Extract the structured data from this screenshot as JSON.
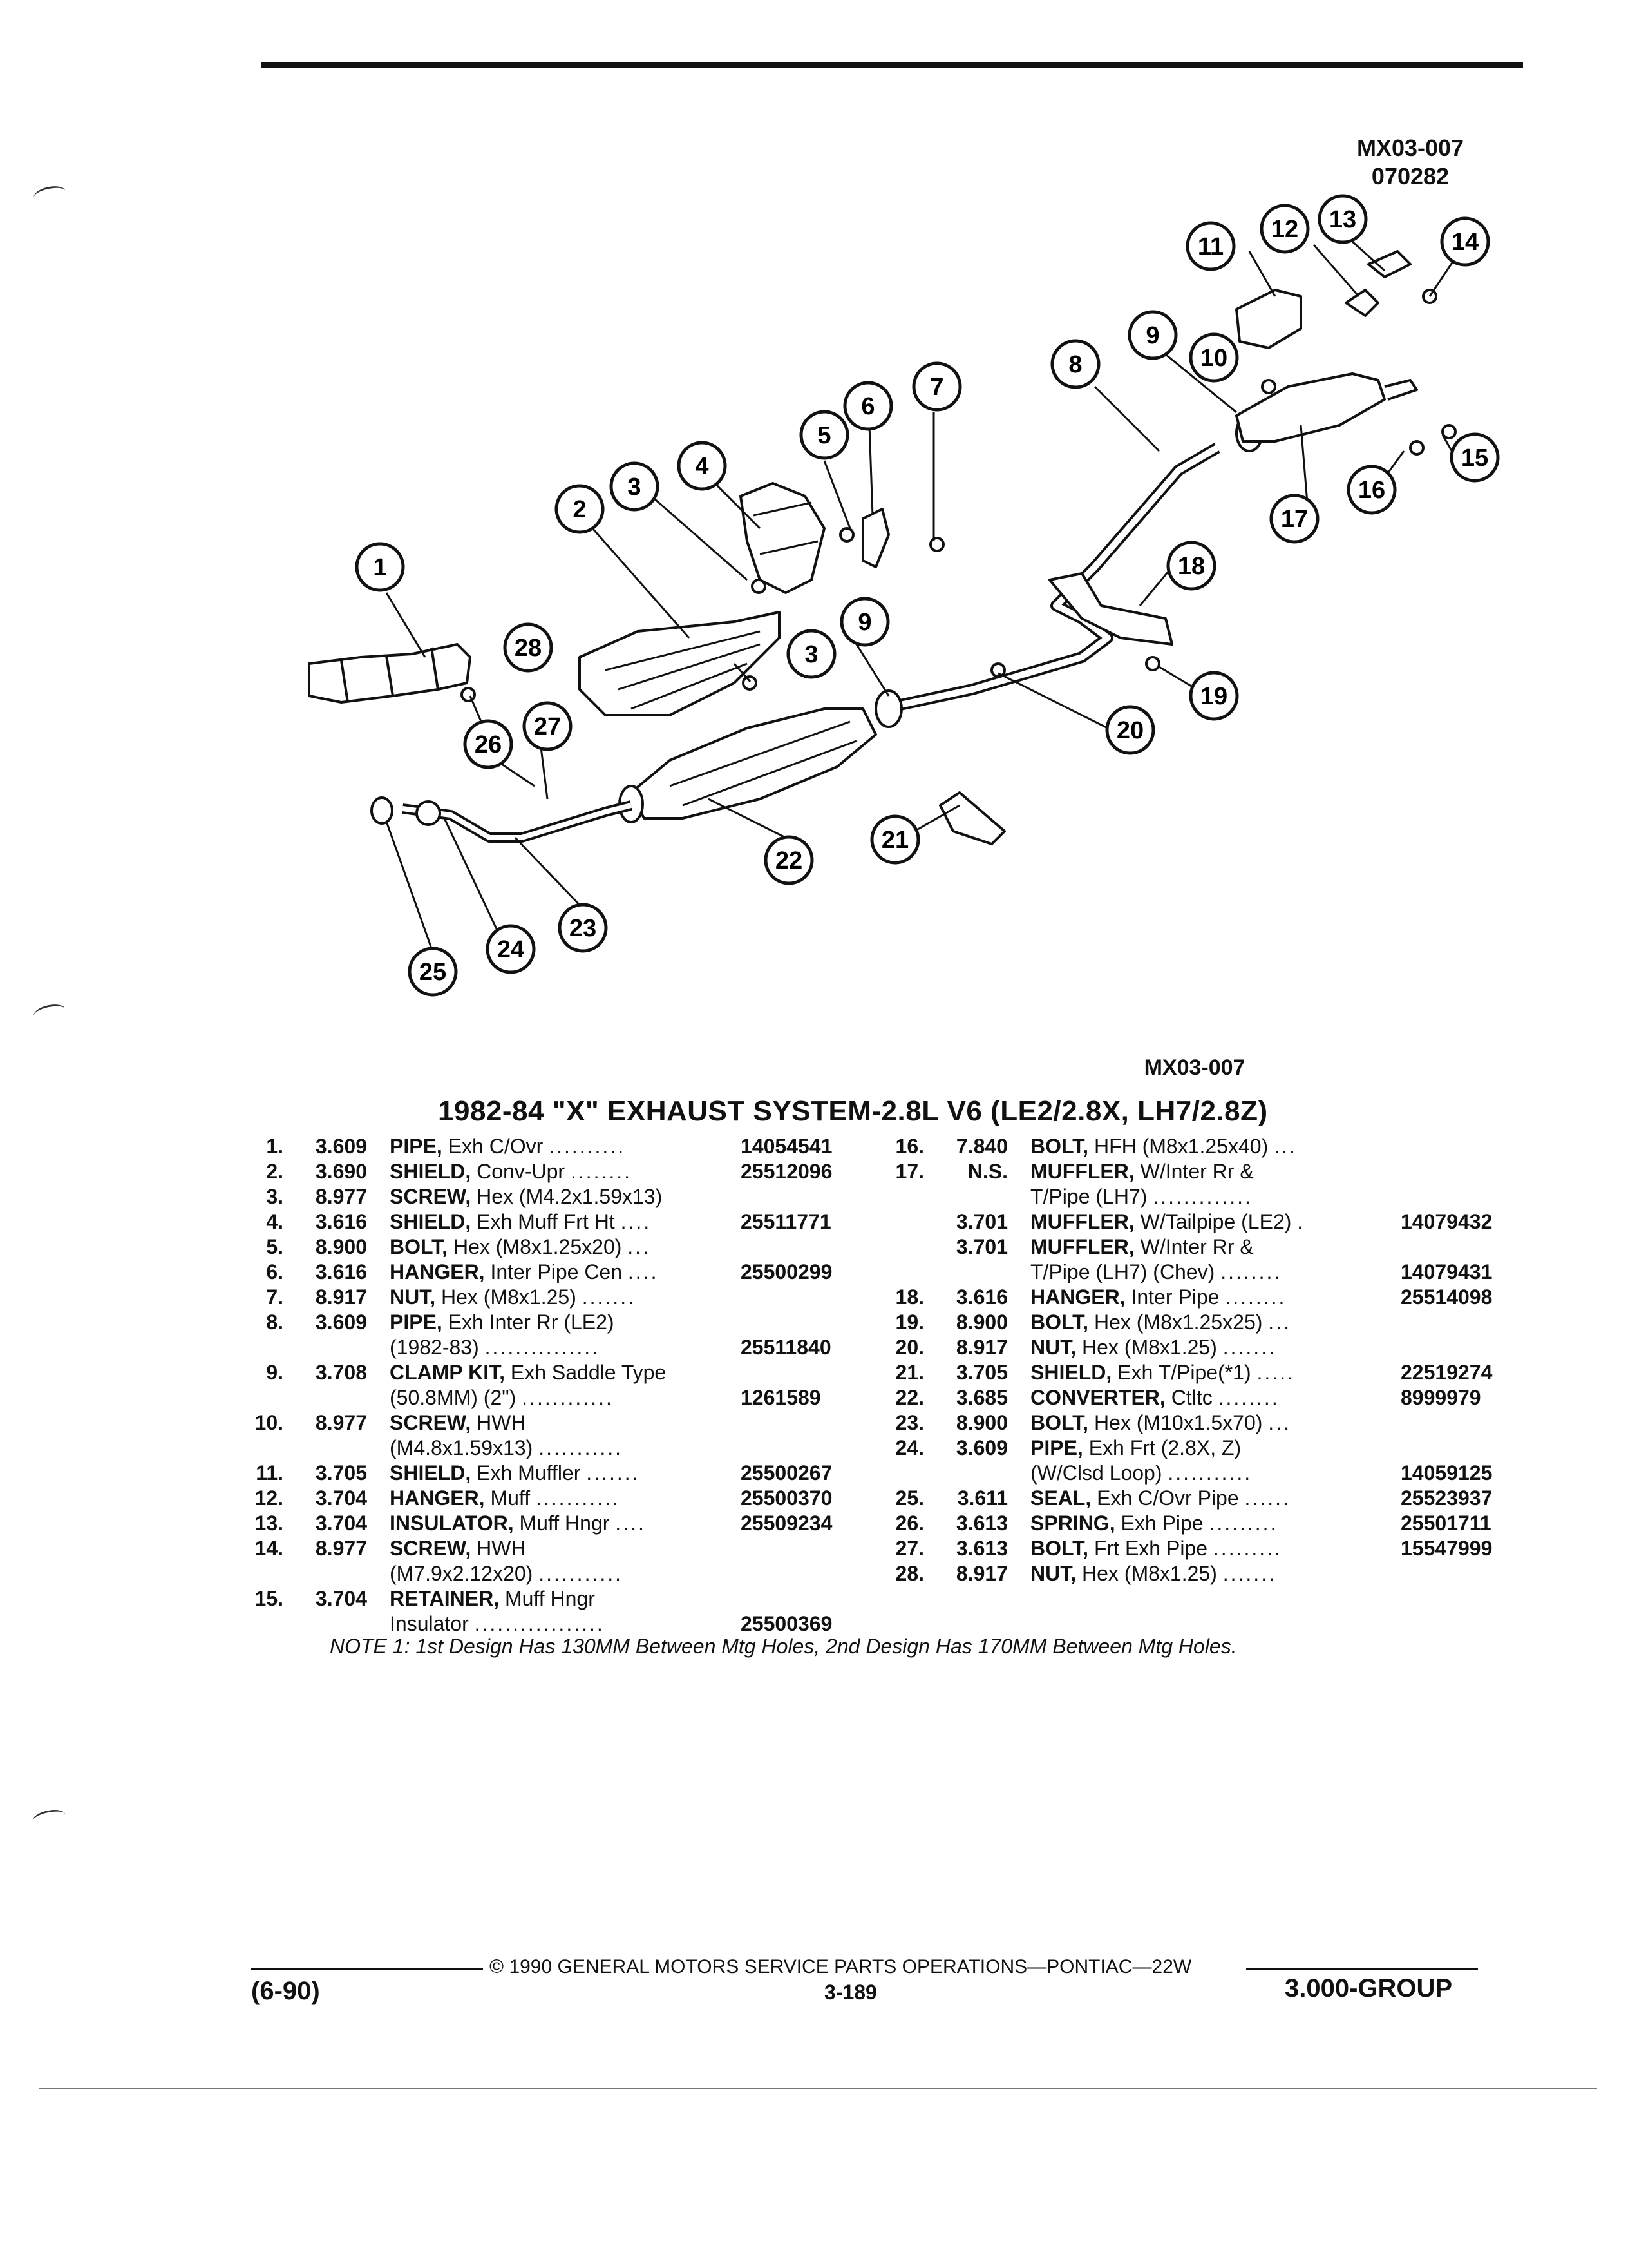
{
  "header": {
    "code_line1": "MX03-007",
    "code_line2": "070282"
  },
  "diagram": {
    "code": "MX03-007",
    "callouts": [
      "1",
      "2",
      "3",
      "4",
      "5",
      "6",
      "7",
      "8",
      "9",
      "10",
      "11",
      "12",
      "13",
      "14",
      "15",
      "16",
      "17",
      "18",
      "19",
      "20",
      "21",
      "22",
      "23",
      "24",
      "25",
      "26",
      "27",
      "28",
      "3",
      "9"
    ]
  },
  "title": "1982-84 \"X\" EXHAUST SYSTEM-2.8L V6 (LE2/2.8X, LH7/2.8Z)",
  "parts_left": [
    {
      "num": "1.",
      "group": "3.609",
      "name": "PIPE,",
      "desc": " Exh C/Ovr ",
      "lead": "..........",
      "pn": "14054541"
    },
    {
      "num": "2.",
      "group": "3.690",
      "name": "SHIELD,",
      "desc": " Conv-Upr ",
      "lead": "........",
      "pn": "25512096"
    },
    {
      "num": "3.",
      "group": "8.977",
      "name": "SCREW,",
      "desc": " Hex (M4.2x1.59x13)",
      "lead": "",
      "pn": ""
    },
    {
      "num": "4.",
      "group": "3.616",
      "name": "SHIELD,",
      "desc": " Exh Muff Frt Ht ",
      "lead": "....",
      "pn": "25511771"
    },
    {
      "num": "5.",
      "group": "8.900",
      "name": "BOLT,",
      "desc": " Hex (M8x1.25x20) ",
      "lead": "...",
      "pn": ""
    },
    {
      "num": "6.",
      "group": "3.616",
      "name": "HANGER,",
      "desc": " Inter Pipe Cen ",
      "lead": "....",
      "pn": "25500299"
    },
    {
      "num": "7.",
      "group": "8.917",
      "name": "NUT,",
      "desc": " Hex (M8x1.25) ",
      "lead": ".......",
      "pn": ""
    },
    {
      "num": "8.",
      "group": "3.609",
      "name": "PIPE,",
      "desc": " Exh Inter Rr (LE2)",
      "lead": "",
      "pn": ""
    },
    {
      "num": "",
      "group": "",
      "name": "",
      "desc": "(1982-83) ",
      "lead": "...............",
      "pn": "25511840"
    },
    {
      "num": "9.",
      "group": "3.708",
      "name": "CLAMP KIT,",
      "desc": " Exh Saddle Type",
      "lead": "",
      "pn": ""
    },
    {
      "num": "",
      "group": "",
      "name": "",
      "desc": "(50.8MM) (2\") ",
      "lead": "............",
      "pn": "1261589"
    },
    {
      "num": "10.",
      "group": "8.977",
      "name": "SCREW,",
      "desc": " HWH",
      "lead": "",
      "pn": ""
    },
    {
      "num": "",
      "group": "",
      "name": "",
      "desc": "(M4.8x1.59x13) ",
      "lead": "...........",
      "pn": ""
    },
    {
      "num": "11.",
      "group": "3.705",
      "name": "SHIELD,",
      "desc": " Exh Muffler ",
      "lead": ".......",
      "pn": "25500267"
    },
    {
      "num": "12.",
      "group": "3.704",
      "name": "HANGER,",
      "desc": " Muff ",
      "lead": "...........",
      "pn": "25500370"
    },
    {
      "num": "13.",
      "group": "3.704",
      "name": "INSULATOR,",
      "desc": " Muff Hngr ",
      "lead": "....",
      "pn": "25509234"
    },
    {
      "num": "14.",
      "group": "8.977",
      "name": "SCREW,",
      "desc": " HWH",
      "lead": "",
      "pn": ""
    },
    {
      "num": "",
      "group": "",
      "name": "",
      "desc": "(M7.9x2.12x20) ",
      "lead": "...........",
      "pn": ""
    },
    {
      "num": "15.",
      "group": "3.704",
      "name": "RETAINER,",
      "desc": " Muff Hngr",
      "lead": "",
      "pn": ""
    },
    {
      "num": "",
      "group": "",
      "name": "",
      "desc": "Insulator ",
      "lead": ".................",
      "pn": "25500369"
    }
  ],
  "parts_right": [
    {
      "num": "16.",
      "group": "7.840",
      "name": "BOLT,",
      "desc": " HFH (M8x1.25x40) ",
      "lead": "...",
      "pn": ""
    },
    {
      "num": "17.",
      "group": "N.S.",
      "name": "MUFFLER,",
      "desc": " W/Inter Rr &",
      "lead": "",
      "pn": ""
    },
    {
      "num": "",
      "group": "",
      "name": "",
      "desc": "T/Pipe (LH7) ",
      "lead": ".............",
      "pn": ""
    },
    {
      "num": "",
      "group": "3.701",
      "name": "MUFFLER,",
      "desc": " W/Tailpipe (LE2) ",
      "lead": ".",
      "pn": "14079432"
    },
    {
      "num": "",
      "group": "3.701",
      "name": "MUFFLER,",
      "desc": " W/Inter Rr &",
      "lead": "",
      "pn": ""
    },
    {
      "num": "",
      "group": "",
      "name": "",
      "desc": "T/Pipe (LH7) (Chev) ",
      "lead": "........",
      "pn": "14079431"
    },
    {
      "num": "18.",
      "group": "3.616",
      "name": "HANGER,",
      "desc": " Inter Pipe ",
      "lead": "........",
      "pn": "25514098"
    },
    {
      "num": "19.",
      "group": "8.900",
      "name": "BOLT,",
      "desc": " Hex (M8x1.25x25) ",
      "lead": "...",
      "pn": ""
    },
    {
      "num": "20.",
      "group": "8.917",
      "name": "NUT,",
      "desc": " Hex (M8x1.25) ",
      "lead": ".......",
      "pn": ""
    },
    {
      "num": "21.",
      "group": "3.705",
      "name": "SHIELD,",
      "desc": " Exh T/Pipe(*1) ",
      "lead": ".....",
      "pn": "22519274"
    },
    {
      "num": "22.",
      "group": "3.685",
      "name": "CONVERTER,",
      "desc": " Ctltc ",
      "lead": "........",
      "pn": "8999979"
    },
    {
      "num": "23.",
      "group": "8.900",
      "name": "BOLT,",
      "desc": " Hex (M10x1.5x70) ",
      "lead": "...",
      "pn": ""
    },
    {
      "num": "24.",
      "group": "3.609",
      "name": "PIPE,",
      "desc": " Exh Frt (2.8X, Z)",
      "lead": "",
      "pn": ""
    },
    {
      "num": "",
      "group": "",
      "name": "",
      "desc": "(W/Clsd Loop) ",
      "lead": "...........",
      "pn": "14059125"
    },
    {
      "num": "25.",
      "group": "3.611",
      "name": "SEAL,",
      "desc": " Exh C/Ovr Pipe ",
      "lead": "......",
      "pn": "25523937"
    },
    {
      "num": "26.",
      "group": "3.613",
      "name": "SPRING,",
      "desc": " Exh Pipe ",
      "lead": ".........",
      "pn": "25501711"
    },
    {
      "num": "27.",
      "group": "3.613",
      "name": "BOLT,",
      "desc": " Frt Exh Pipe ",
      "lead": ".........",
      "pn": "15547999"
    },
    {
      "num": "28.",
      "group": "8.917",
      "name": "NUT,",
      "desc": " Hex (M8x1.25) ",
      "lead": ".......",
      "pn": ""
    }
  ],
  "note": "NOTE 1: 1st Design Has 130MM Between Mtg Holes, 2nd Design Has 170MM Between Mtg Holes.",
  "footer": {
    "copyright": "© 1990 GENERAL MOTORS SERVICE PARTS OPERATIONS—PONTIAC—22W",
    "date_code": "(6-90)",
    "page_number": "3-189",
    "group": "3.000-GROUP"
  }
}
